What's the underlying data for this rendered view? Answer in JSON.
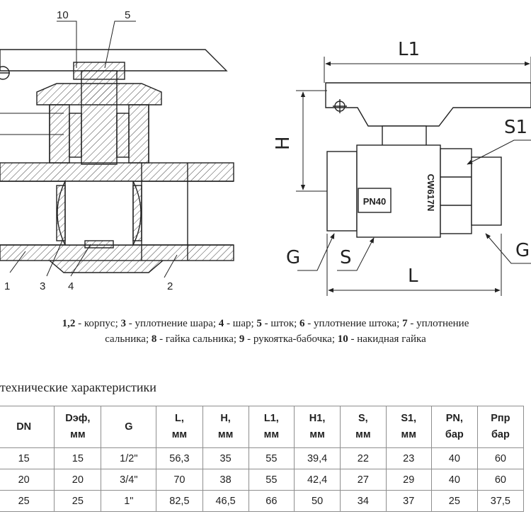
{
  "callouts": {
    "c10": "10",
    "c5": "5",
    "c1": "1",
    "c3": "3",
    "c4": "4",
    "c2": "2"
  },
  "dims": {
    "L1": "L1",
    "H": "H",
    "S1": "S1",
    "G_left": "G",
    "S": "S",
    "L": "L",
    "G_right": "G"
  },
  "body_marks": {
    "pn": "PN40",
    "material": "CW617N"
  },
  "legend": {
    "parts": [
      {
        "num": "1,2",
        "text": " - корпус; "
      },
      {
        "num": "3",
        "text": " - уплотнение шара; "
      },
      {
        "num": "4",
        "text": " - шар; "
      },
      {
        "num": "5",
        "text": " - шток; "
      },
      {
        "num": "6",
        "text": " - уплотнение штока; "
      },
      {
        "num": "7",
        "text": " - уплотнение"
      },
      {
        "num": "",
        "text": "сальника; "
      },
      {
        "num": "8",
        "text": " - гайка сальника; "
      },
      {
        "num": "9",
        "text": " - рукоятка-бабочка; "
      },
      {
        "num": "10",
        "text": " - накидная гайка"
      }
    ]
  },
  "table": {
    "subtitle": "технические характеристики",
    "headers": [
      {
        "l1": "DN",
        "l2": ""
      },
      {
        "l1": "Dэф,",
        "l2": "мм"
      },
      {
        "l1": "G",
        "l2": ""
      },
      {
        "l1": "L,",
        "l2": "мм"
      },
      {
        "l1": "H,",
        "l2": "мм"
      },
      {
        "l1": "L1,",
        "l2": "мм"
      },
      {
        "l1": "H1,",
        "l2": "мм"
      },
      {
        "l1": "S,",
        "l2": "мм"
      },
      {
        "l1": "S1,",
        "l2": "мм"
      },
      {
        "l1": "PN,",
        "l2": "бар"
      },
      {
        "l1": "Pпр",
        "l2": "бар"
      }
    ],
    "rows": [
      [
        "15",
        "15",
        "1/2\"",
        "56,3",
        "35",
        "55",
        "39,4",
        "22",
        "23",
        "40",
        "60"
      ],
      [
        "20",
        "20",
        "3/4\"",
        "70",
        "38",
        "55",
        "42,4",
        "27",
        "29",
        "40",
        "60"
      ],
      [
        "25",
        "25",
        "1\"",
        "82,5",
        "46,5",
        "66",
        "50",
        "34",
        "37",
        "25",
        "37,5"
      ]
    ]
  }
}
